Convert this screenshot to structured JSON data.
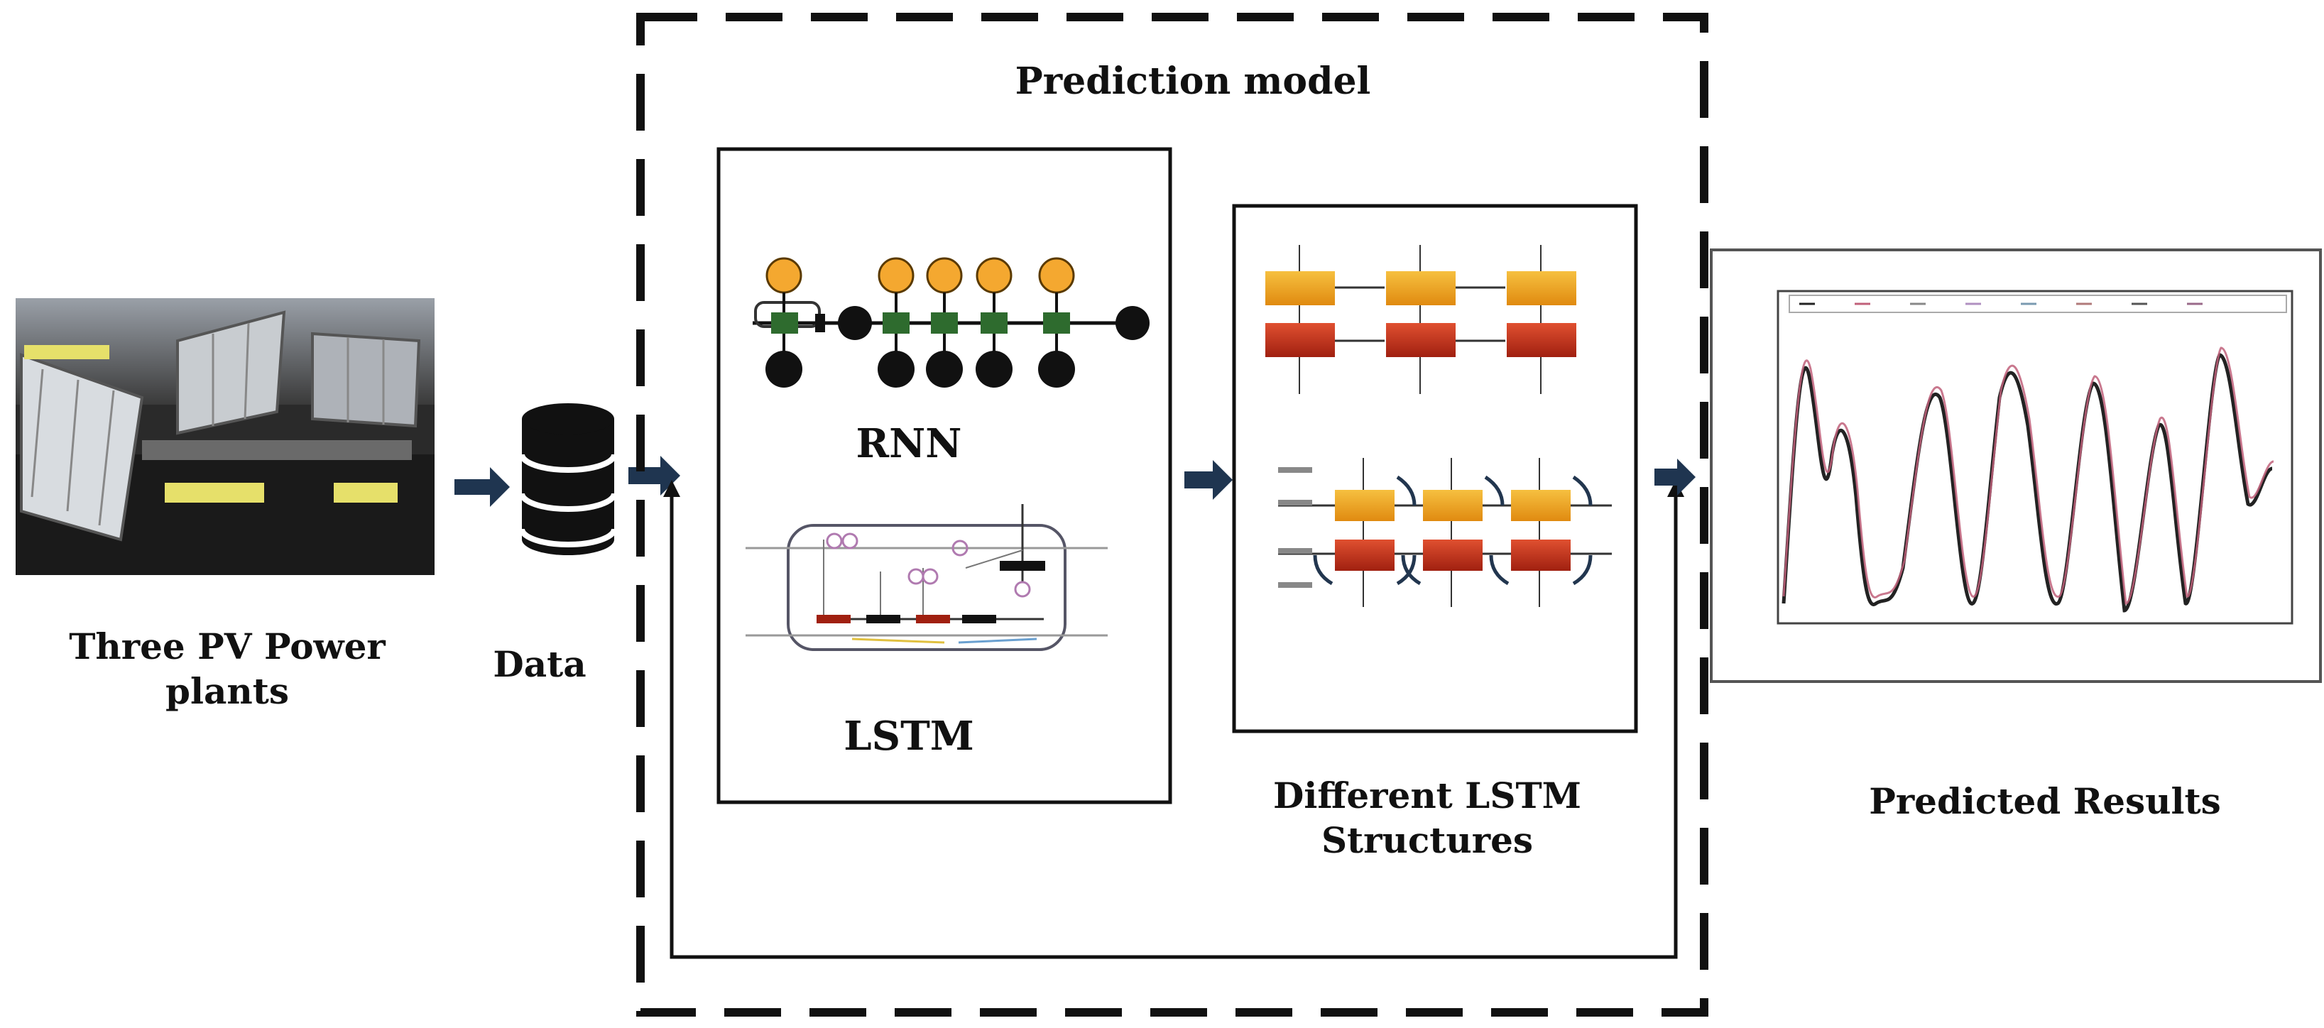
{
  "labels": {
    "pv_plants": "Three PV Power plants",
    "data": "Data",
    "prediction_model": "Prediction model",
    "rnn": "RNN",
    "lstm": "LSTM",
    "lstm_structures": "Different LSTM Structures",
    "predicted_results": "Predicted Results"
  },
  "colors": {
    "lstm_orange": "#f0a020",
    "lstm_red": "#c0301a",
    "rnn_node": "#f4a830",
    "rnn_cell": "#2e6b2e",
    "arrow": "#1f3550",
    "predicted_line": "#c0607a",
    "actual_line": "#222222"
  }
}
